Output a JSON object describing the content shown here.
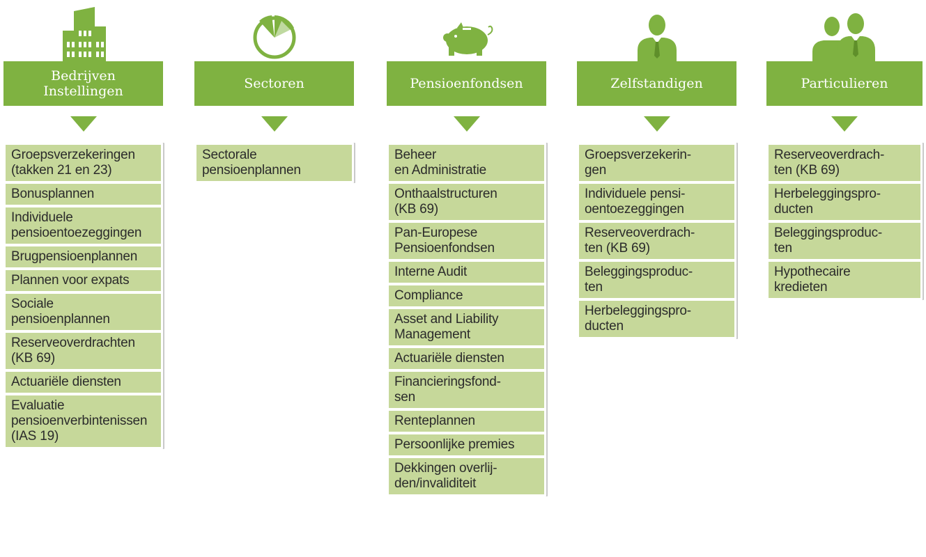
{
  "colors": {
    "accent": "#7fb241",
    "item_bg": "#c6d89a",
    "text": "#2b2b2b"
  },
  "columns": [
    {
      "icon": "buildings-icon",
      "header": "Bedrijven\nInstellingen",
      "items": [
        "Groepsverzekeringen\n(takken 21 en 23)",
        "Bonusplannen",
        "Individuele\npensioentoezeggingen",
        "Brugpensioenplannen",
        "Plannen voor expats",
        "Sociale\npensioenplannen",
        "Reserveoverdrachten\n(KB 69)",
        "Actuariële diensten",
        "Evaluatie\npensioenverbintenissen\n(IAS 19)"
      ]
    },
    {
      "icon": "pie-chart-icon",
      "header": "Sectoren",
      "items": [
        "Sectorale\npensioenplannen"
      ]
    },
    {
      "icon": "piggy-bank-icon",
      "header": "Pensioenfondsen",
      "items": [
        "Beheer\nen Administratie",
        "Onthaalstructuren\n(KB 69)",
        "Pan-Europese\nPensioenfondsen",
        "Interne Audit",
        "Compliance",
        "Asset and Liability\nManagement",
        "Actuariële diensten",
        "Financieringsfond-\nsen",
        "Renteplannen",
        "Persoonlijke premies",
        "Dekkingen overlij-\nden/invaliditeit"
      ]
    },
    {
      "icon": "businessman-icon",
      "header": "Zelfstandigen",
      "items": [
        "Groepsverzekerin-\ngen",
        "Individuele pensi-\noentoezeggingen",
        "Reserveoverdrach-\nten (KB 69)",
        "Beleggingsproduc-\nten",
        "Herbeleggingspro-\nducten"
      ]
    },
    {
      "icon": "two-people-icon",
      "header": "Particulieren",
      "items": [
        "Reserveoverdrach-\nten (KB 69)",
        "Herbeleggingspro-\nducten",
        "Beleggingsproduc-\nten",
        "Hypothecaire\nkredieten"
      ]
    }
  ]
}
